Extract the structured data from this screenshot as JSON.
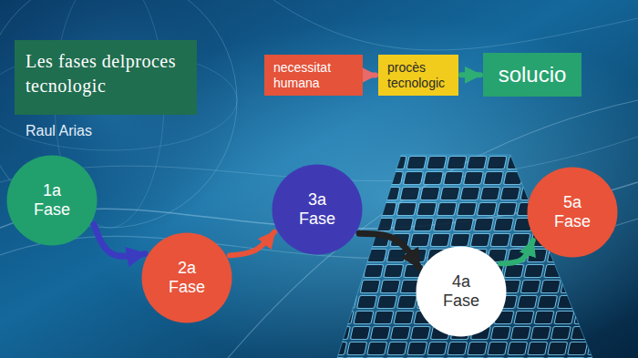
{
  "diagram": {
    "title": "Les fases delproces tecnologic",
    "nodes": [
      {
        "text": [
          "necessitat humana"
        ]
      },
      {
        "text": [
          "procès tecnologic"
        ]
      },
      {
        "text": [
          "solucio"
        ]
      },
      {
        "text": [
          "1a Fase"
        ]
      },
      {
        "text": [
          "2a Fase"
        ]
      },
      {
        "text": [
          "3a Fase"
        ]
      },
      {
        "text": [
          "4a Fase"
        ]
      },
      {
        "text": [
          "5a Fase"
        ]
      }
    ],
    "edges": [
      {
        "from": 0,
        "to": 1,
        "arrow": "to"
      },
      {
        "from": 1,
        "to": 2,
        "arrow": "to"
      },
      {
        "from": 3,
        "to": 4,
        "arrow": "to"
      },
      {
        "from": 4,
        "to": 5,
        "arrow": "to"
      },
      {
        "from": 5,
        "to": 6,
        "arrow": "to"
      },
      {
        "from": 6,
        "to": 7,
        "arrow": "to"
      }
    ],
    "labels": [
      "Raul Arias"
    ]
  }
}
